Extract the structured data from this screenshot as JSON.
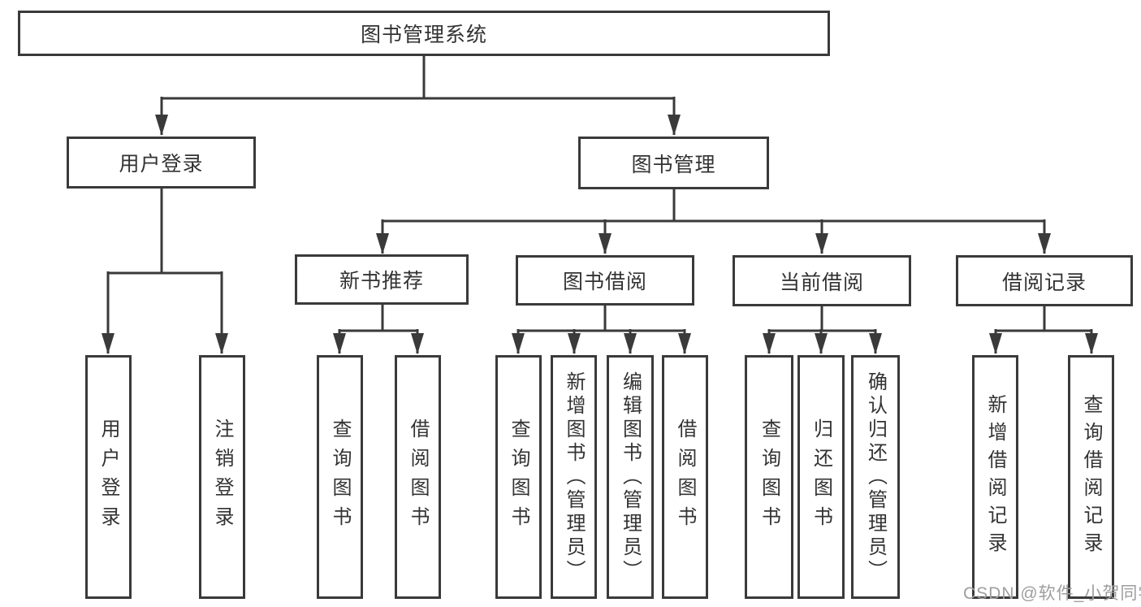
{
  "colors": {
    "line": "#3a3a3a",
    "text": "#333333",
    "watermark_text": "#9e9e9e",
    "background": "#ffffff"
  },
  "diagram": {
    "root": {
      "label": "图书管理系统"
    },
    "level2": [
      {
        "label": "用户登录",
        "children": [
          {
            "label": "用户登录"
          },
          {
            "label": "注销登录"
          }
        ]
      },
      {
        "label": "图书管理",
        "children": [
          {
            "label": "新书推荐",
            "children": [
              {
                "label": "查询图书"
              },
              {
                "label": "借阅图书"
              }
            ]
          },
          {
            "label": "图书借阅",
            "children": [
              {
                "label": "查询图书"
              },
              {
                "label": "新增图书（管理员）"
              },
              {
                "label": "编辑图书（管理员）"
              },
              {
                "label": "借阅图书"
              }
            ]
          },
          {
            "label": "当前借阅",
            "children": [
              {
                "label": "查询图书"
              },
              {
                "label": "归还图书"
              },
              {
                "label": "确认归还（管理员）"
              }
            ]
          },
          {
            "label": "借阅记录",
            "children": [
              {
                "label": "新增借阅记录"
              },
              {
                "label": "查询借阅记录"
              }
            ]
          }
        ]
      }
    ]
  },
  "watermark": {
    "text": "CSDN @软件_小贺同学"
  }
}
